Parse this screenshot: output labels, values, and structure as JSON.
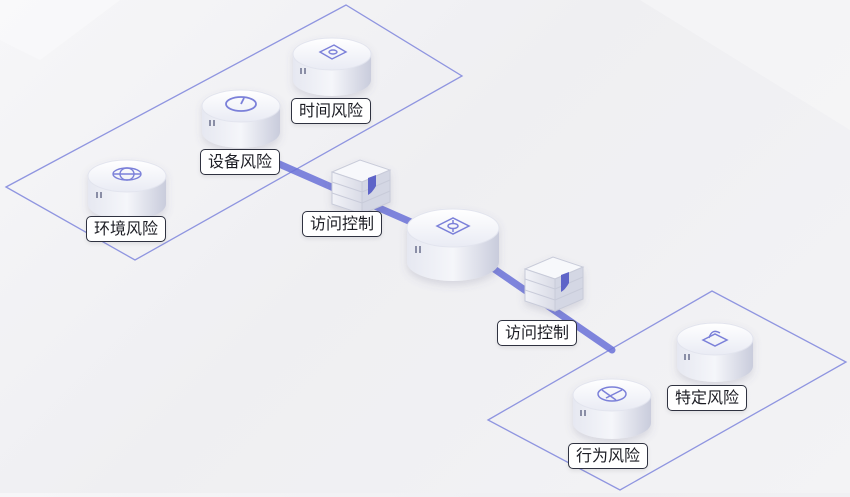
{
  "labels": {
    "environment_risk": "环境风险",
    "device_risk": "设备风险",
    "time_risk": "时间风险",
    "access_control_1": "访问控制",
    "access_control_2": "访问控制",
    "behavior_risk": "行为风险",
    "specific_risk": "特定风险"
  },
  "colors": {
    "plane_border": "#8f95e0",
    "link": "#6b72d9",
    "node_top": "#f4f5fa",
    "node_side": "#d5d8e6",
    "icon": "#7b80d9"
  },
  "icons": {
    "environment": "globe-icon",
    "device": "clock-icon",
    "time": "cloud-window-icon",
    "hub": "target-shield-icon",
    "behavior": "aperture-icon",
    "specific": "lock-icon",
    "firewall": "brick-wall-shield-icon"
  }
}
